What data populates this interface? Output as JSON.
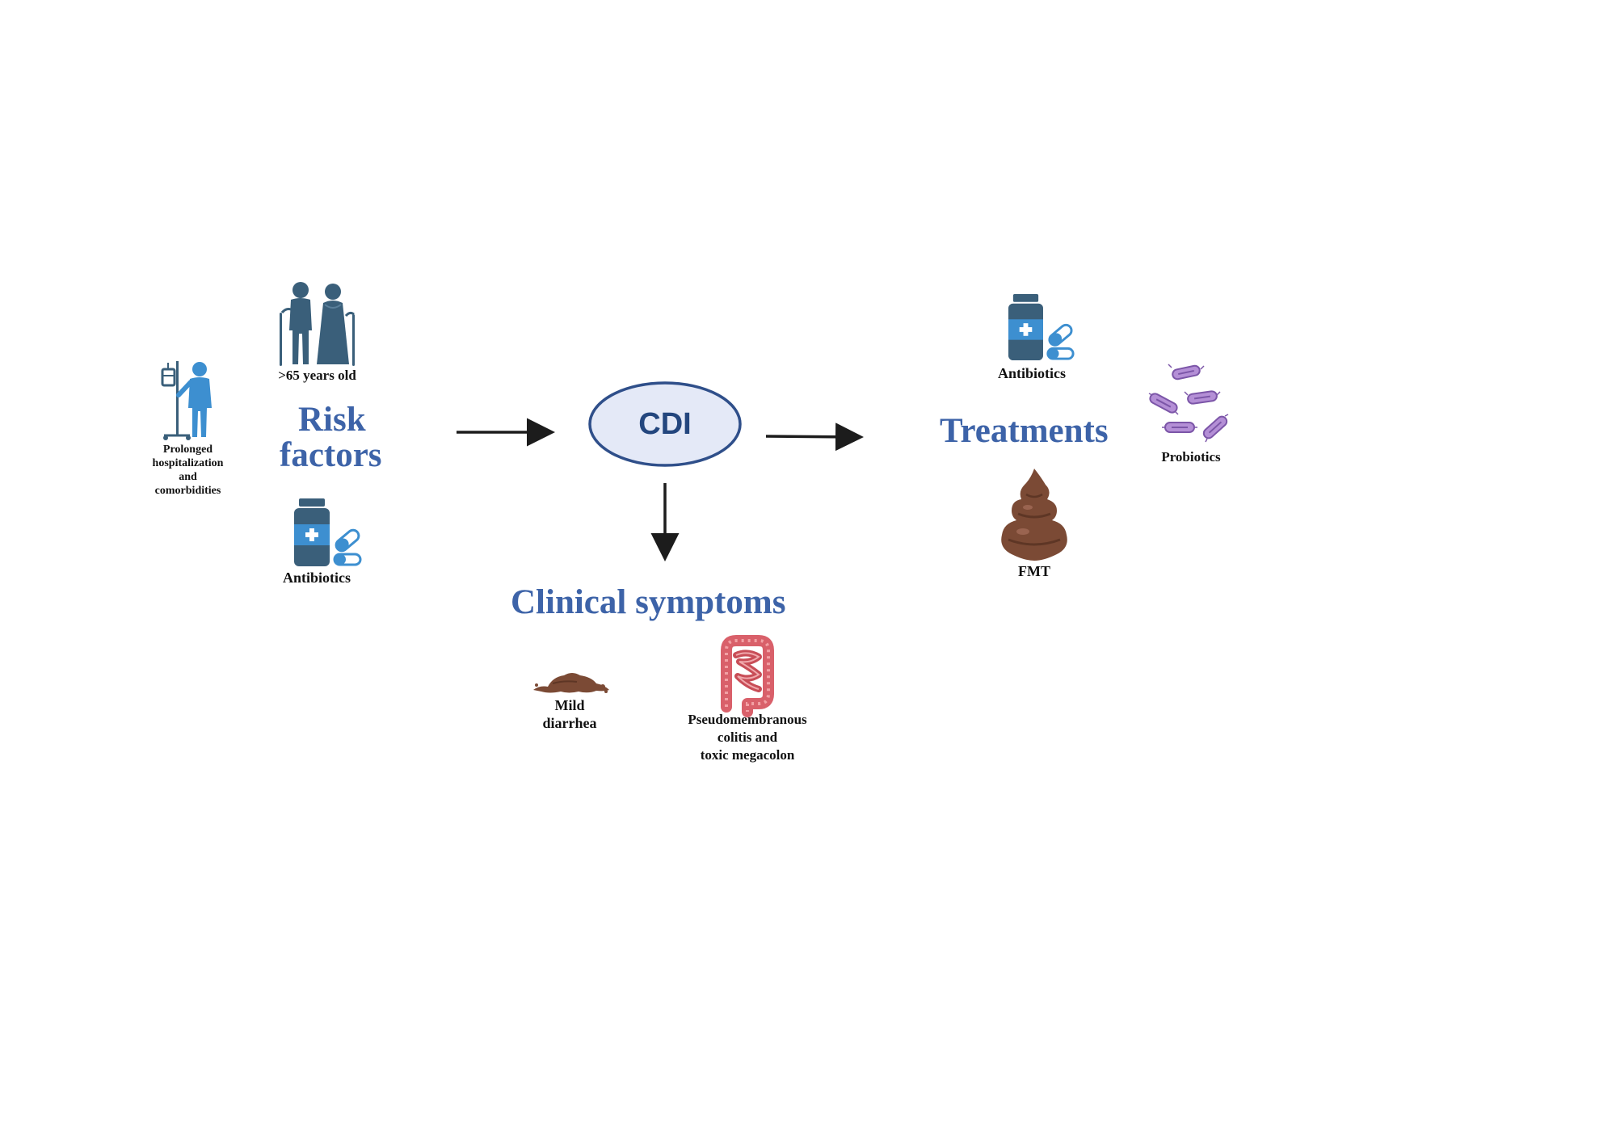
{
  "colors": {
    "heading": "#3d63a8",
    "ellipse_fill": "#e4e9f7",
    "ellipse_stroke": "#2f4f8a",
    "cdi_text": "#23467e",
    "arrow": "#1c1c1c",
    "icon_dark_blue": "#3a5f7a",
    "icon_light_blue": "#3d8fd0",
    "stool_brown": "#7b4a35",
    "colon_red": "#d9606a",
    "bacteria_purple": "#9f7ac4"
  },
  "center": {
    "label": "CDI"
  },
  "risk_factors": {
    "title_line1": "Risk",
    "title_line2": "factors",
    "items": {
      "age": {
        "label": ">65 years old",
        "icon": "elderly-couple-icon"
      },
      "hospital": {
        "label_lines": [
          "Prolonged",
          "hospitalization",
          "and",
          "comorbidities"
        ],
        "icon": "iv-patient-icon"
      },
      "antibiotics": {
        "label": "Antibiotics",
        "icon": "medicine-bottle-icon"
      }
    }
  },
  "clinical_symptoms": {
    "title": "Clinical symptoms",
    "items": {
      "diarrhea": {
        "label_lines": [
          "Mild",
          "diarrhea"
        ],
        "icon": "diarrhea-stool-icon"
      },
      "colitis": {
        "label_lines": [
          "Pseudomembranous",
          "colitis and",
          "toxic megacolon"
        ],
        "icon": "colon-icon"
      }
    }
  },
  "treatments": {
    "title": "Treatments",
    "items": {
      "antibiotics": {
        "label": "Antibiotics",
        "icon": "medicine-bottle-icon"
      },
      "probiotics": {
        "label": "Probiotics",
        "icon": "bacteria-icon"
      },
      "fmt": {
        "label": "FMT",
        "icon": "stool-icon"
      }
    }
  }
}
